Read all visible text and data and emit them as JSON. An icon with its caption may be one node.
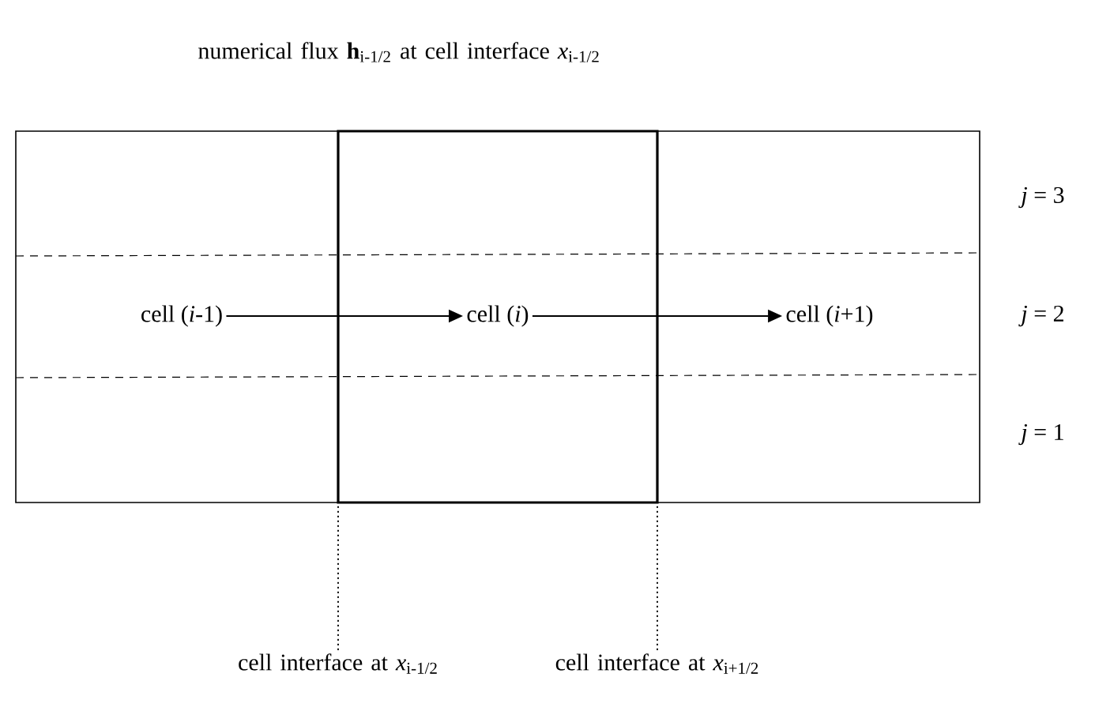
{
  "diagram": {
    "nodes": [
      {
        "text": [
          "cell (*i*-1)"
        ]
      },
      {
        "text": [
          "cell (*i*)"
        ]
      },
      {
        "text": [
          "cell (*i*+1)"
        ]
      },
      {
        "text": [
          "cell interface at *x*$_{i-1/2}$"
        ]
      },
      {
        "text": [
          "cell interface at *x*$_{i+1/2}$"
        ]
      }
    ],
    "edges": [
      {
        "from": 0,
        "to": 1,
        "arrow": "to"
      },
      {
        "from": 1,
        "to": 2,
        "arrow": "to"
      },
      {
        "from": 3,
        "to": null,
        "arrow": "none",
        "style": "dashed"
      },
      {
        "from": 4,
        "to": null,
        "arrow": "none",
        "style": "dashed"
      }
    ],
    "labels": [
      "numerical flux **h**$_{i-1/2}$ at cell interface *x*$_{i-1/2}$",
      "*j* = 3",
      "*j* = 2",
      "*j* = 1"
    ]
  }
}
